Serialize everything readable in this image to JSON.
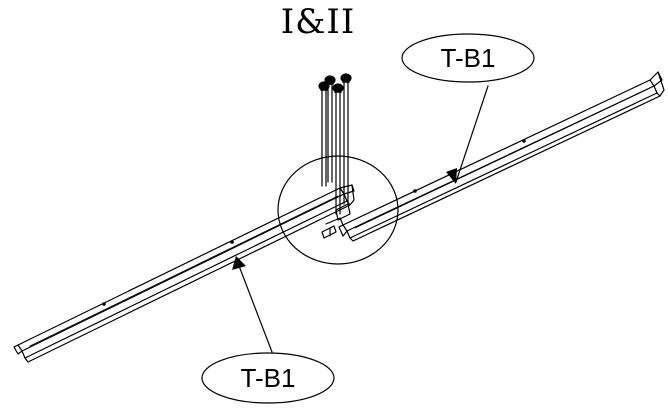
{
  "diagram": {
    "title": "I&II",
    "callouts": [
      {
        "id": "top",
        "label": "T-B1"
      },
      {
        "id": "bottom",
        "label": "T-B1"
      }
    ],
    "stroke_color": "#000000",
    "background_color": "#ffffff"
  }
}
